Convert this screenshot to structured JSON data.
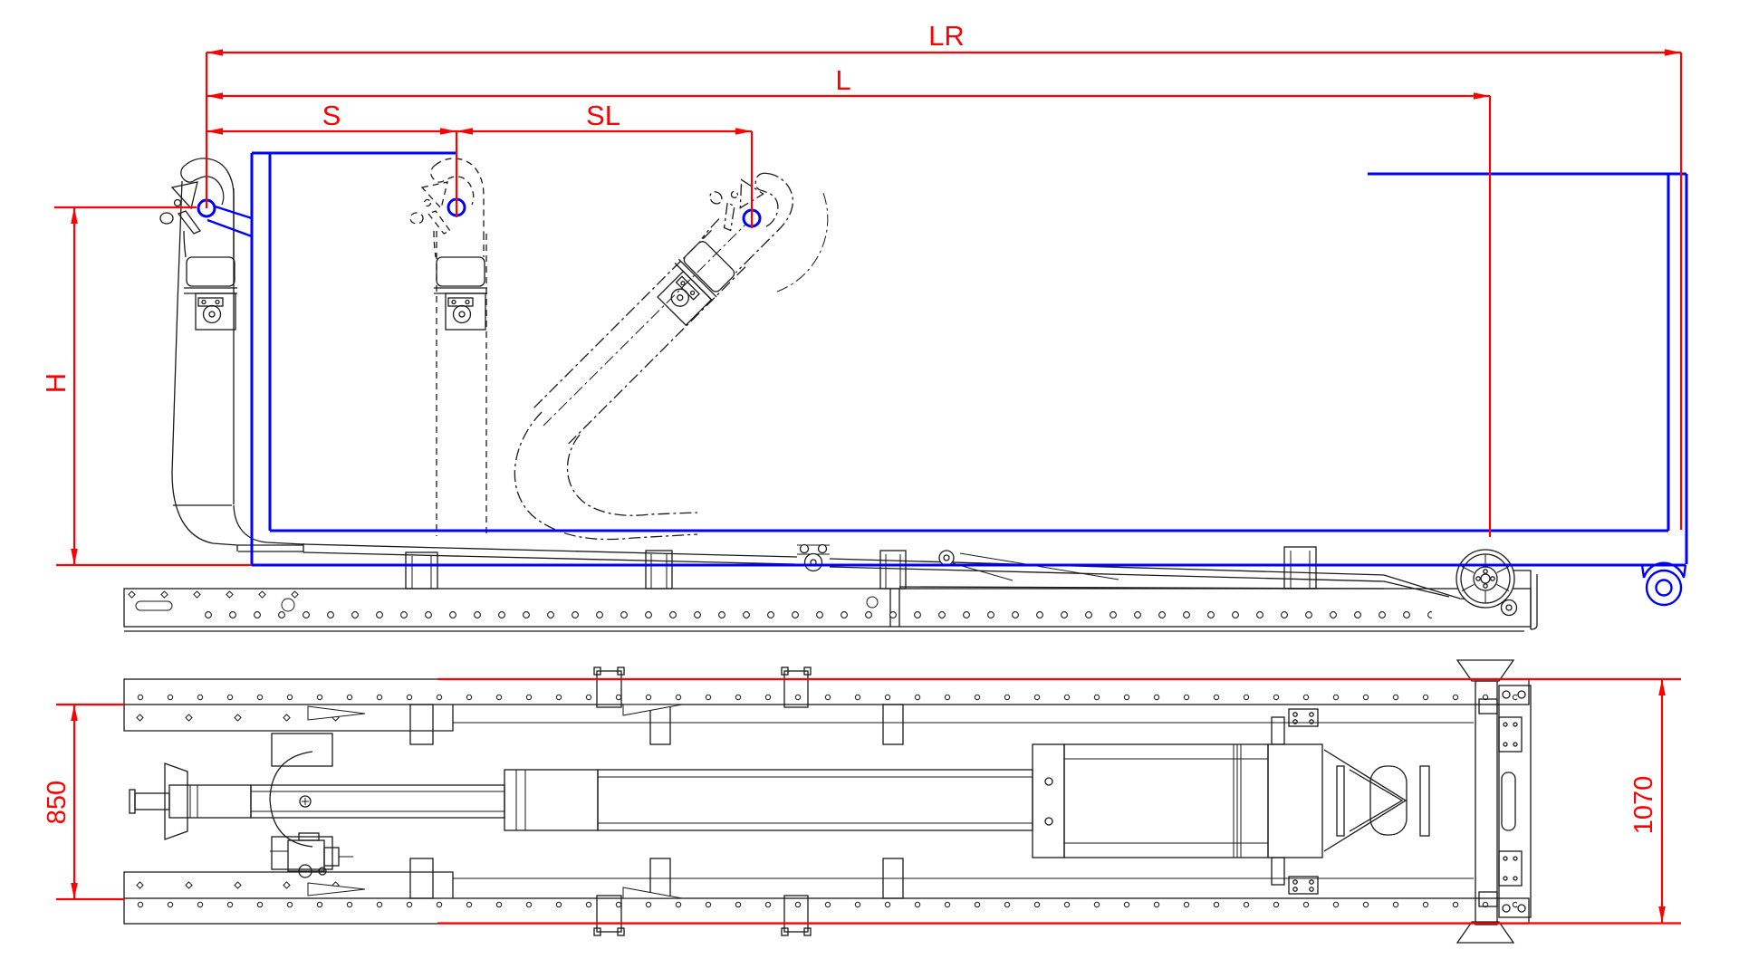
{
  "dims": {
    "lr": "LR",
    "l": "L",
    "s": "S",
    "sl": "SL",
    "h": "H",
    "inner_width": "850",
    "outer_width": "1070"
  },
  "colors": {
    "dimension_red": "#ff0000",
    "container_blue": "#0000ff",
    "linework_black": "#1a1a1a",
    "background": "#ffffff"
  }
}
